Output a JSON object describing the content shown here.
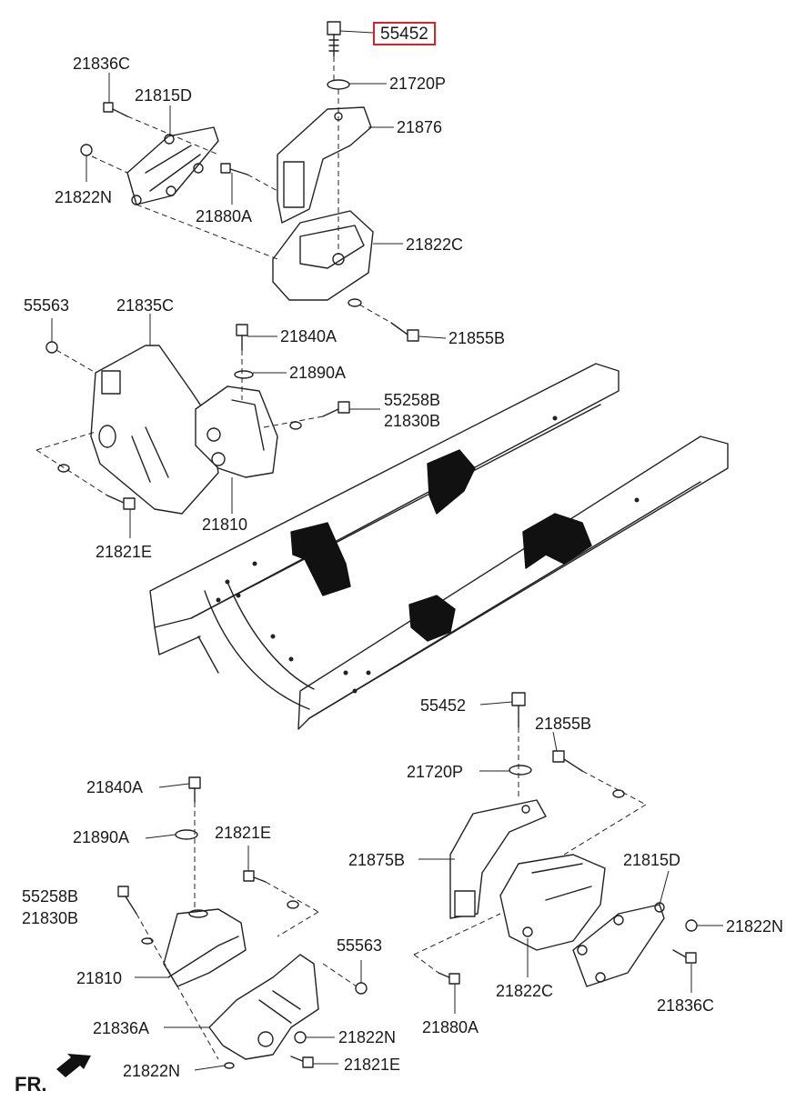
{
  "highlight_color": "#d8232a",
  "labels": {
    "highlighted": "55452",
    "l_21720p_top": "21720P",
    "l_21876": "21876",
    "l_21822c_top": "21822C",
    "l_21855b_top": "21855B",
    "l_21836c_top": "21836C",
    "l_21815d_top": "21815D",
    "l_21822n_top": "21822N",
    "l_21880a_top": "21880A",
    "l_55563_top": "55563",
    "l_21835c": "21835C",
    "l_21840a_top": "21840A",
    "l_21890a_top": "21890A",
    "l_55258b_top": "55258B",
    "l_21830b_top": "21830B",
    "l_21810_top": "21810",
    "l_21821e_top": "21821E",
    "l_55452_bottom": "55452",
    "l_21855b_bottom": "21855B",
    "l_21720p_bottom": "21720P",
    "l_21875b": "21875B",
    "l_21815d_bottom": "21815D",
    "l_21822n_right": "21822N",
    "l_21822c_bottom": "21822C",
    "l_21880a_bottom": "21880A",
    "l_21836c_bottom": "21836C",
    "l_21840a_bottom": "21840A",
    "l_21890a_bottom": "21890A",
    "l_21821e_mid": "21821E",
    "l_55258b_bottom": "55258B",
    "l_21830b_bottom": "21830B",
    "l_55563_bottom": "55563",
    "l_21810_bottom": "21810",
    "l_21836a": "21836A",
    "l_21822n_bottom": "21822N",
    "l_21822n_bottom_left": "21822N",
    "l_21821e_bottom": "21821E"
  },
  "direction_label": "FR.",
  "direction_icon": "front-direction-arrow-icon"
}
